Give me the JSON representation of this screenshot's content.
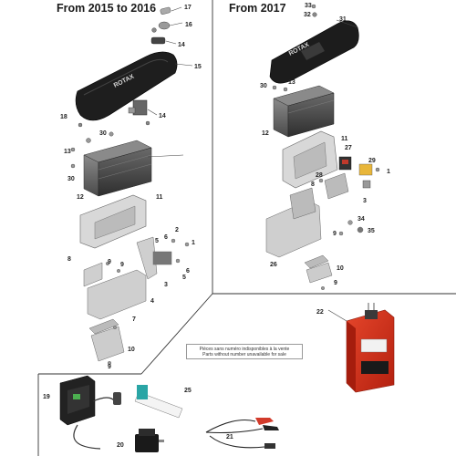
{
  "headings": {
    "left": "From 2015 to 2016",
    "right": "From 2017"
  },
  "note": {
    "line1": "Pièces sans numéro indisponibles à la vente",
    "line2": "Parts without number unavailable for sale"
  },
  "logo_text": "ROTAX",
  "callouts": {
    "c17": "17",
    "c16": "16",
    "c14a": "14",
    "c15": "15",
    "c14b": "14",
    "c18": "18",
    "c13a": "13",
    "c30a": "30",
    "c30b": "30",
    "c12a": "12",
    "c11a": "11",
    "c2a": "2",
    "c5a": "5",
    "c6a": "6",
    "c1a": "1",
    "c5b": "5",
    "c6b": "6",
    "c3a": "3",
    "c4": "4",
    "c8": "8",
    "c9a": "9",
    "c9b": "9",
    "c7": "7",
    "c10a": "10",
    "c9c": "9",
    "c33": "33",
    "c32": "32",
    "c31": "31",
    "c30c": "30",
    "c13b": "13",
    "c12b": "12",
    "c11b": "11",
    "c27": "27",
    "c29": "29",
    "c1b": "1",
    "c28": "28",
    "c8b": "8",
    "c3b": "3",
    "c34": "34",
    "c35": "35",
    "c9d": "9",
    "c26": "26",
    "c10b": "10",
    "c9e": "9",
    "c22": "22",
    "c19": "19",
    "c25": "25",
    "c20": "20",
    "c21": "21"
  }
}
